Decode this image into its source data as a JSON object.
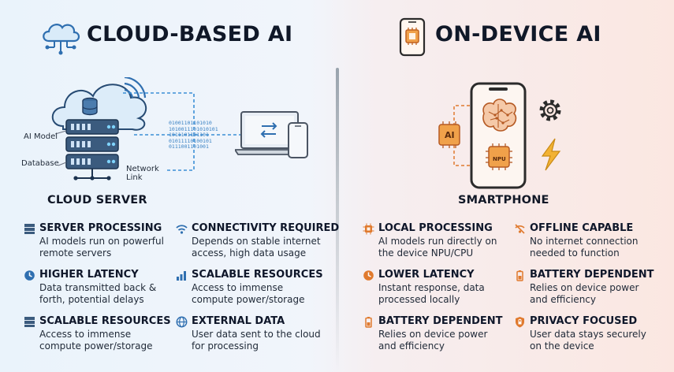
{
  "colors": {
    "cloud_accent": "#2f6fb0",
    "device_accent": "#e07a2e",
    "heading": "#101828"
  },
  "cloud": {
    "title": "CLOUD-BASED AI",
    "title_icon": "cloud-network-icon",
    "labels": {
      "ai_model": "AI Model",
      "database": "Database",
      "network_link": "Network\nLink",
      "caption": "CLOUD SERVER"
    },
    "binary_text": "01001101101010\n1010011101010101\n1011101101101\n01011110100101\n0111001101001",
    "features": [
      {
        "icon": "server-icon",
        "title": "SERVER PROCESSING",
        "desc": "AI models run on powerful remote servers"
      },
      {
        "icon": "wifi-icon",
        "title": "CONNECTIVITY REQUIRED",
        "desc": "Depends on stable internet access, high data usage"
      },
      {
        "icon": "clock-icon",
        "title": "HIGHER LATENCY",
        "desc": "Data transmitted back & forth, potential delays"
      },
      {
        "icon": "bar-chart-icon",
        "title": "SCALABLE RESOURCES",
        "desc": "Access to immense compute power/storage"
      },
      {
        "icon": "server-stack-icon",
        "title": "SCALABLE RESOURCES",
        "desc": "Access to immense compute power/storage"
      },
      {
        "icon": "globe-icon",
        "title": "EXTERNAL DATA",
        "desc": "User data sent to the cloud for processing"
      }
    ]
  },
  "device": {
    "title": "ON-DEVICE AI",
    "title_icon": "phone-chip-icon",
    "labels": {
      "ai_chip": "AI",
      "npu_chip": "NPU",
      "caption": "SMARTPHONE"
    },
    "features": [
      {
        "icon": "cpu-chip-icon",
        "title": "LOCAL PROCESSING",
        "desc": "AI models run directly on the device NPU/CPU"
      },
      {
        "icon": "no-wifi-icon",
        "title": "OFFLINE CAPABLE",
        "desc": "No internet connection needed to function"
      },
      {
        "icon": "clock-icon",
        "title": "LOWER LATENCY",
        "desc": "Instant response, data processed locally"
      },
      {
        "icon": "battery-icon",
        "title": "BATTERY DEPENDENT",
        "desc": "Relies on device power and efficiency"
      },
      {
        "icon": "battery-icon",
        "title": "BATTERY DEPENDENT",
        "desc": "Relies on device power and efficiency"
      },
      {
        "icon": "shield-icon",
        "title": "PRIVACY FOCUSED",
        "desc": "User data stays securely on the device"
      }
    ]
  }
}
